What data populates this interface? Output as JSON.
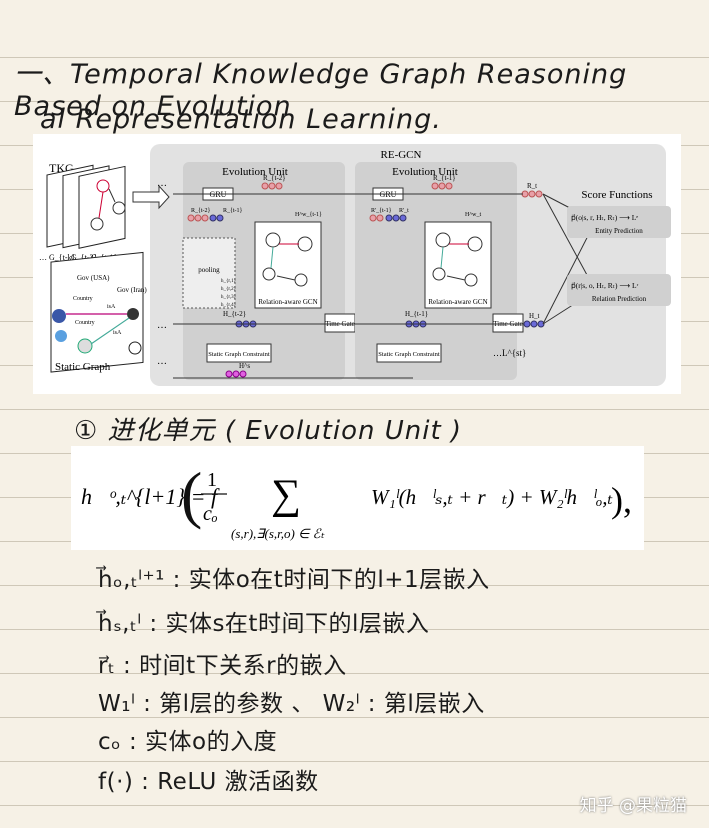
{
  "heading": {
    "line1": "一、Temporal Knowledge Graph Reasoning Based on Evolution",
    "line2": "al Representation Learning."
  },
  "figure": {
    "tkg_label": "TKG",
    "static_graph_label": "Static Graph",
    "snap_labels": [
      "… G_{t-k}",
      "G_{t-2}",
      "G_{t-1}"
    ],
    "gov_usa": "Gov (USA)",
    "gov_iran": "Gov (Iran)",
    "country": "Country",
    "country2": "Country",
    "isa": "isA",
    "isa2": "isA",
    "regcn_title": "RE-GCN",
    "unit1_title": "Evolution Unit",
    "unit2_title": "Evolution Unit",
    "gru": "GRU",
    "relation_gcn": "Relation-aware GCN",
    "time_gate": "Time Gate",
    "static_constraint": "Static Graph Constraint",
    "pooling": "pooling",
    "lst": "…L^{st}",
    "score_title": "Score Functions",
    "entity_pred_formula": "p⃗(o|s, r, Hₜ, Rₜ) ⟶ Lᵉ",
    "entity_pred": "Entity Prediction",
    "relation_pred_formula": "p⃗(r|s, o, Hₜ, Rₜ) ⟶ Lʳ",
    "relation_pred": "Relation Prediction",
    "r_prev": "R_{t-2}",
    "r_cur": "R_{t-1}",
    "r_t": "R_t",
    "h_prev": "H_{t-2}",
    "h_cur": "H_{t-1}",
    "h_t": "H_t",
    "h_static": "H^s",
    "h_gcn1": "H^w_{t-1}",
    "h_gcn2": "H^w_t",
    "pool_h1": "h_{r,1}",
    "pool_h2": "h_{r,2}",
    "pool_h3": "h_{r,3}",
    "pool_h4": "h_{r,4}",
    "r_small1": "R_{t-2}",
    "r_small2": "R_{t-1}",
    "r_small3": "R'_{t-1}",
    "r_small4": "R'_t",
    "dots": "…"
  },
  "section1": "① 进化单元 ( Evolution Unit )",
  "formula": {
    "lhs": "h⃗ᵒ,ₜ^{l+1} = f",
    "frac_num": "1",
    "frac_den": "cₒ",
    "sum_sub": "(s,r),∃(s,r,o) ∈ ℰₜ",
    "body": "W₁ˡ(h⃗ˡₛ,ₜ + r⃗ₜ) + W₂ˡh⃗ˡₒ,ₜ",
    "tail": "),"
  },
  "notes": [
    "h⃗ₒ,ₜˡ⁺¹ : 实体o在t时间下的l+1层嵌入",
    "h⃗ₛ,ₜˡ : 实体s在t时间下的l层嵌入",
    "r⃗ₜ : 时间t下关系r的嵌入",
    "W₁ˡ : 第l层的参数 、 W₂ˡ : 第l层嵌入",
    "cₒ : 实体o的入度",
    "f(·) : ReLU 激活函数"
  ],
  "watermark": "知乎 @果粒猫",
  "colors": {
    "paper": "#f6f1e6",
    "panel": "#e2e2e2",
    "unit": "#d0d0d0",
    "red_node": "#e8a0a8",
    "blue_node": "#6a6ad8",
    "pink_node": "#e060e0"
  }
}
